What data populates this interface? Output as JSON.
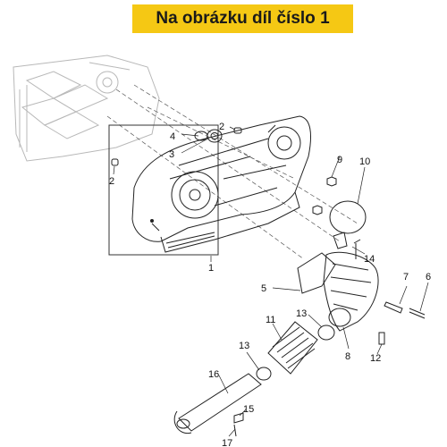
{
  "banner": {
    "text": "Na obrázku díl číslo 1"
  },
  "callouts": {
    "c1": "1",
    "c2a": "2",
    "c2b": "2",
    "c3": "3",
    "c4": "4",
    "c5": "5",
    "c6": "6",
    "c7": "7",
    "c8": "8",
    "c9": "9",
    "c10": "10",
    "c11": "11",
    "c12": "12",
    "c13a": "13",
    "c13b": "13",
    "c14": "14",
    "c15": "15",
    "c16": "16",
    "c17": "17"
  }
}
